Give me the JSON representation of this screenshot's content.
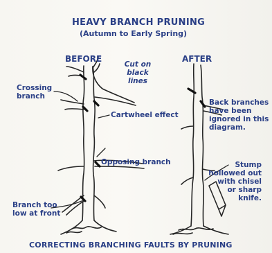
{
  "diagram": {
    "title": "HEAVY BRANCH PRUNING",
    "subtitle": "(Autumn to Early Spring)",
    "headings": {
      "before": "BEFORE",
      "after": "AFTER"
    },
    "note_cut": "Cut on\nblack lines",
    "labels": {
      "crossing_branch": "Crossing\nbranch",
      "cartwheel_effect": "Cartwheel effect",
      "opposing_branch": "Opposing branch",
      "branch_too_low": "Branch too\nlow at front",
      "back_branches": "Back branches\nhave been\nignored in this\ndiagram.",
      "stump": "Stump\nhollowed out\nwith chisel\nor sharp\nknife."
    },
    "caption": "CORRECTING BRANCHING FAULTS BY PRUNING",
    "colors": {
      "text": "#2a3f86",
      "ink": "#262626",
      "cut_lines": "#111111"
    }
  }
}
